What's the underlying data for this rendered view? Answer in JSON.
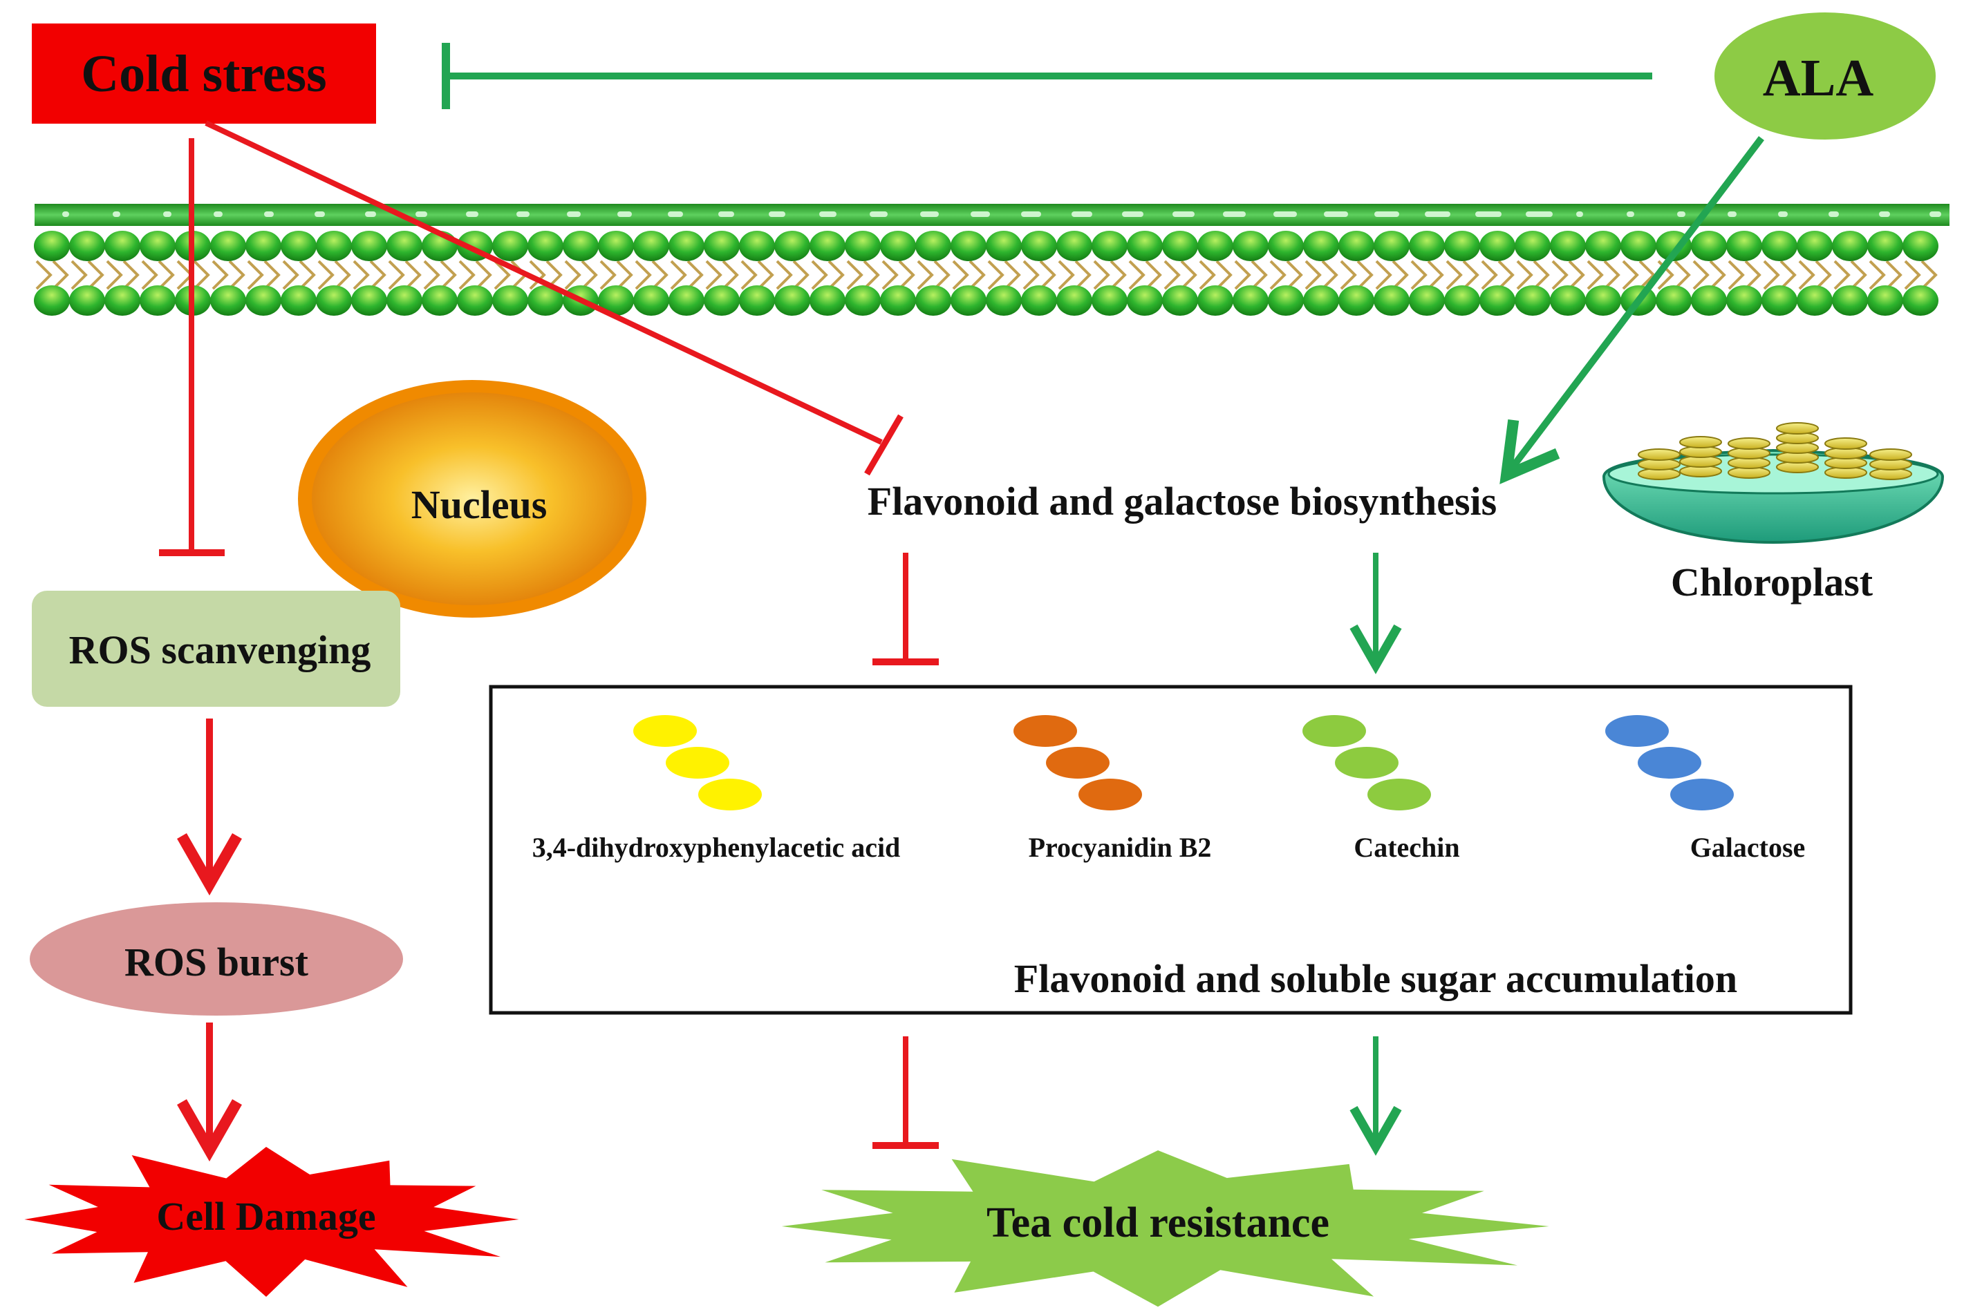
{
  "nodes": {
    "cold_stress": "Cold stress",
    "ala": "ALA",
    "nucleus": "Nucleus",
    "chloroplast": "Chloroplast",
    "ros_scavenging": "ROS scanvenging",
    "ros_burst": "ROS burst",
    "cell_damage": "Cell Damage",
    "flavonoid_biosynthesis": "Flavonoid and galactose biosynthesis",
    "accumulation": "Flavonoid and soluble sugar accumulation",
    "tea_cold_resistance": "Tea cold resistance"
  },
  "metabolites": [
    {
      "name": "3,4-dihydroxyphenylacetic acid",
      "color": "#FFF200"
    },
    {
      "name": "Procyanidin B2",
      "color": "#E06A10"
    },
    {
      "name": "Catechin",
      "color": "#8DCB3F"
    },
    {
      "name": "Galactose",
      "color": "#4A86D6"
    }
  ],
  "colors": {
    "inhibit_red": "#E8181E",
    "promote_green": "#22A552",
    "cold_box": "#F20000",
    "ala_fill": "#8DCB45",
    "ros_scavenging_fill": "#C5D9A6",
    "ros_burst_fill": "#DA9898",
    "cell_damage_fill": "#F20000",
    "tea_resistance_fill": "#8CCB4A",
    "membrane_green": "#22B022"
  }
}
